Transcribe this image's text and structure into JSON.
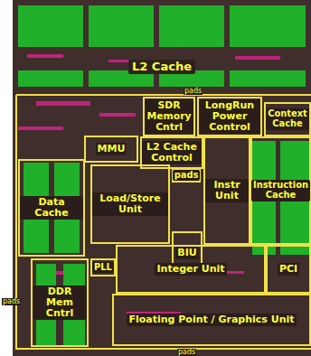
{
  "diagram": {
    "nodes": [
      {
        "text": [
          "L2 Cache"
        ]
      },
      {
        "text": [
          "SDR Memory Cntrl"
        ]
      },
      {
        "text": [
          "LongRun Power Control"
        ]
      },
      {
        "text": [
          "Context Cache"
        ]
      },
      {
        "text": [
          "MMU"
        ]
      },
      {
        "text": [
          "L2 Cache Control"
        ]
      },
      {
        "text": [
          "Instr Unit"
        ]
      },
      {
        "text": [
          "Instruction Cache"
        ]
      },
      {
        "text": [
          "Data Cache"
        ]
      },
      {
        "text": [
          "Load/Store Unit"
        ]
      },
      {
        "text": [
          "pads"
        ]
      },
      {
        "text": [
          "BIU"
        ]
      },
      {
        "text": [
          "PLL"
        ]
      },
      {
        "text": [
          "Integer Unit"
        ]
      },
      {
        "text": [
          "PCI"
        ]
      },
      {
        "text": [
          "DDR Mem Cntrl"
        ]
      },
      {
        "text": [
          "Floating Point / Graphics Unit"
        ]
      }
    ],
    "labels": [
      "pads",
      "pads",
      "pads"
    ]
  }
}
